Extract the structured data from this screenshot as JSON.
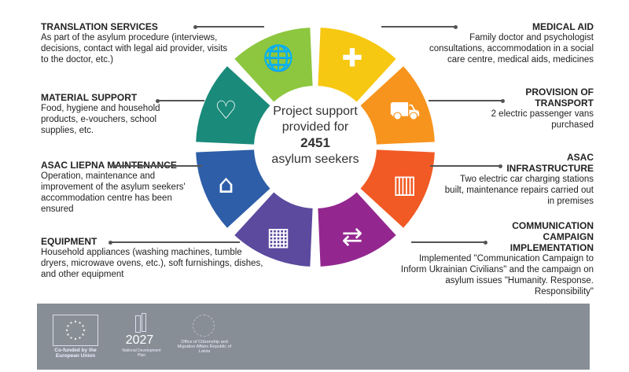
{
  "center": {
    "line1": "Project support",
    "line2": "provided for",
    "count": "2451",
    "line3": "asylum seekers"
  },
  "items": [
    {
      "title": "TRANSLATION SERVICES",
      "text": "As part of the asylum procedure (interviews, decisions, contact with legal aid provider, visits to the doctor, etc.)",
      "color": "#8dc63f",
      "icon": "globe-chat-icon"
    },
    {
      "title": "MEDICAL AID",
      "text": "Family doctor and psychologist consultations, accommodation in a social care centre, medical aids, medicines",
      "color": "#f7c812",
      "icon": "medical-cross-icon"
    },
    {
      "title": "MATERIAL SUPPORT",
      "text": "Food, hygiene and household products, e-vouchers, school supplies, etc.",
      "color": "#1a8a7a",
      "icon": "hand-heart-icon"
    },
    {
      "title": "PROVISION OF TRANSPORT",
      "text": "2 electric passenger vans purchased",
      "color": "#f7941d",
      "icon": "delivery-van-icon"
    },
    {
      "title": "ASAC LIEPNA MAINTENANCE",
      "text": "Operation, maintenance and improvement of the asylum seekers' accommodation centre has been ensured",
      "color": "#2e5ea8",
      "icon": "house-repair-icon"
    },
    {
      "title": "ASAC INFRASTRUCTURE",
      "text": "Two electric car charging stations built, maintenance repairs carried out in premises",
      "color": "#f15a24",
      "icon": "buildings-gear-icon"
    },
    {
      "title": "EQUIPMENT",
      "text": "Household appliances (washing machines, tumble dryers, microwave ovens, etc.), soft furnishings, dishes, and other equipment",
      "color": "#5b4a9e",
      "icon": "warehouse-icon"
    },
    {
      "title": "COMMUNICATION CAMPAIGN IMPLEMENTATION",
      "text": "Implemented \"Communication Campaign to Inform Ukrainian Civilians\" and the campaign on asylum issues \"Humanity. Response. Responsibility\"",
      "color": "#93278f",
      "icon": "people-exchange-icon"
    }
  ],
  "footer": {
    "eu": "Co-funded by the European Union",
    "ndp_year": "2027",
    "ndp": "National Development Plan",
    "ocma": "Office of Citizenship and Migration Affairs Republic of Latvia"
  }
}
